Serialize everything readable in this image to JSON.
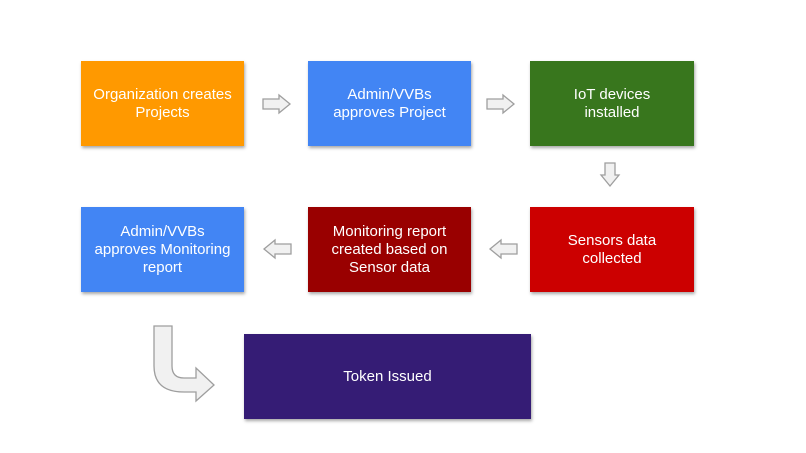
{
  "diagram": {
    "steps": [
      {
        "label": "Organization creates\nProjects",
        "color": "#ff9900"
      },
      {
        "label": "Admin/VVBs\napproves Project",
        "color": "#4285f4"
      },
      {
        "label": "IoT devices\ninstalled",
        "color": "#38761d"
      },
      {
        "label": "Sensors data\ncollected",
        "color": "#cc0000"
      },
      {
        "label": "Monitoring report\ncreated based on\nSensor data",
        "color": "#990000"
      },
      {
        "label": "Admin/VVBs\napproves Monitoring\nreport",
        "color": "#4285f4"
      },
      {
        "label": "Token Issued",
        "color": "#351c75"
      }
    ],
    "arrows": [
      {
        "from": "Organization creates Projects",
        "to": "Admin/VVBs approves Project",
        "icon": "arrow-right-icon"
      },
      {
        "from": "Admin/VVBs approves Project",
        "to": "IoT devices installed",
        "icon": "arrow-right-icon"
      },
      {
        "from": "IoT devices installed",
        "to": "Sensors data collected",
        "icon": "arrow-down-icon"
      },
      {
        "from": "Sensors data collected",
        "to": "Monitoring report created based on Sensor data",
        "icon": "arrow-left-icon"
      },
      {
        "from": "Monitoring report created based on Sensor data",
        "to": "Admin/VVBs approves Monitoring report",
        "icon": "arrow-left-icon"
      },
      {
        "from": "Admin/VVBs approves Monitoring report",
        "to": "Token Issued",
        "icon": "bent-arrow-icon"
      }
    ]
  }
}
